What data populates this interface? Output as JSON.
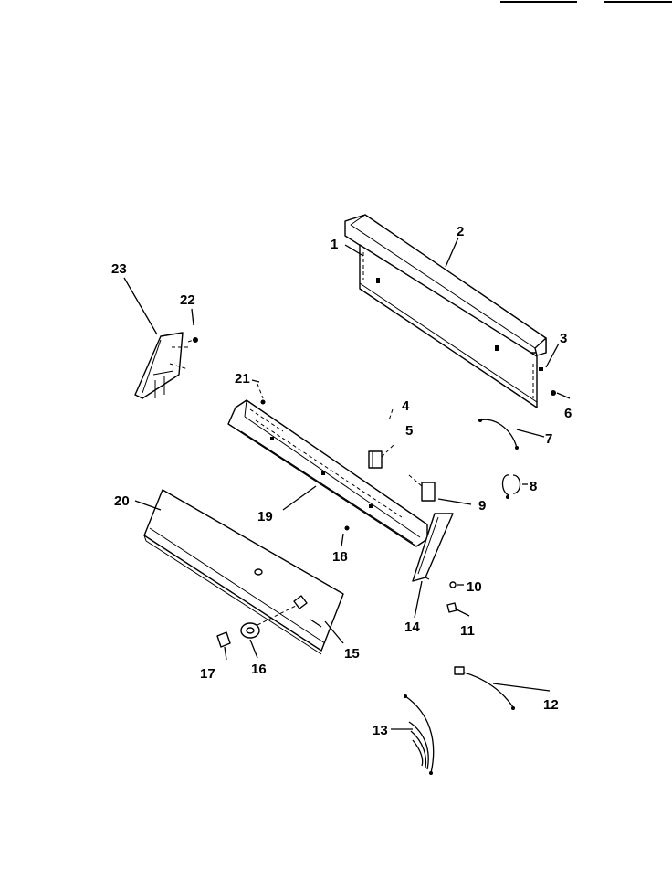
{
  "labels": {
    "1": "1",
    "2": "2",
    "3": "3",
    "4": "4",
    "5": "5",
    "6": "6",
    "7": "7",
    "8": "8",
    "9": "9",
    "10": "10",
    "11": "11",
    "12": "12",
    "13": "13",
    "14": "14",
    "15": "15",
    "16": "16",
    "17": "17",
    "18": "18",
    "19": "19",
    "20": "20",
    "21": "21",
    "22": "22",
    "23": "23"
  }
}
